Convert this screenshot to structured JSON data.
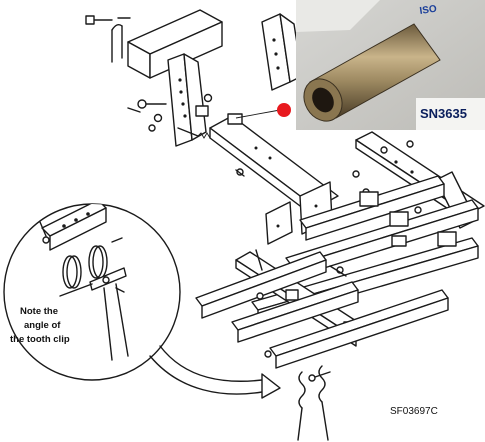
{
  "figure": {
    "code": "SF03697C",
    "note_lines": [
      "Note the",
      "angle of",
      "the tooth clip"
    ]
  },
  "photo": {
    "part_number": "SN3635",
    "callout_color": "#e8191e"
  }
}
